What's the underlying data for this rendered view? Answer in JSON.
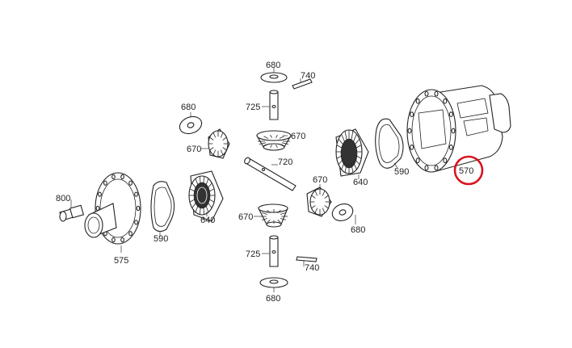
{
  "diagram": {
    "highlight_color": "#d9141e",
    "ink_color": "#222222",
    "parts": {
      "p800": "800",
      "p575": "575",
      "p590_left": "590",
      "p640_left": "640",
      "p680_left": "680",
      "p670_left_upper": "670",
      "p680_top": "680",
      "p740_top": "740",
      "p725_top": "725",
      "p670_top": "670",
      "p720": "720",
      "p670_mid": "670",
      "p670_bottom": "670",
      "p725_bottom": "725",
      "p740_bottom": "740",
      "p680_bottom": "680",
      "p640_right": "640",
      "p680_right": "680",
      "p590_right": "590",
      "p570": "570"
    }
  }
}
